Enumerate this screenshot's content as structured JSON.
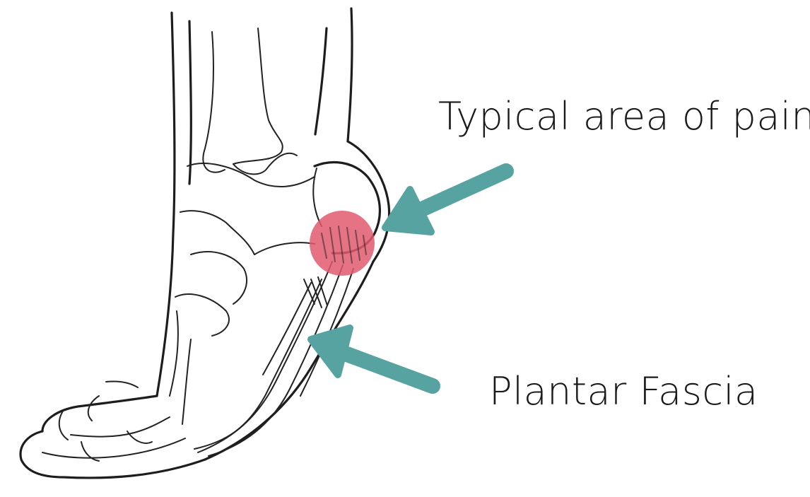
{
  "labels": {
    "pain_area": "Typical area of pain",
    "plantar_fascia": "Plantar Fascia"
  },
  "colors": {
    "arrow": "#57a3a2",
    "pain_highlight": "#e05a6e",
    "ink": "#1d1d1d",
    "background": "#ffffff"
  },
  "icons": {
    "pain_arrow": "arrow-pointing-to-heel",
    "fascia_arrow": "arrow-pointing-to-plantar-fascia"
  }
}
